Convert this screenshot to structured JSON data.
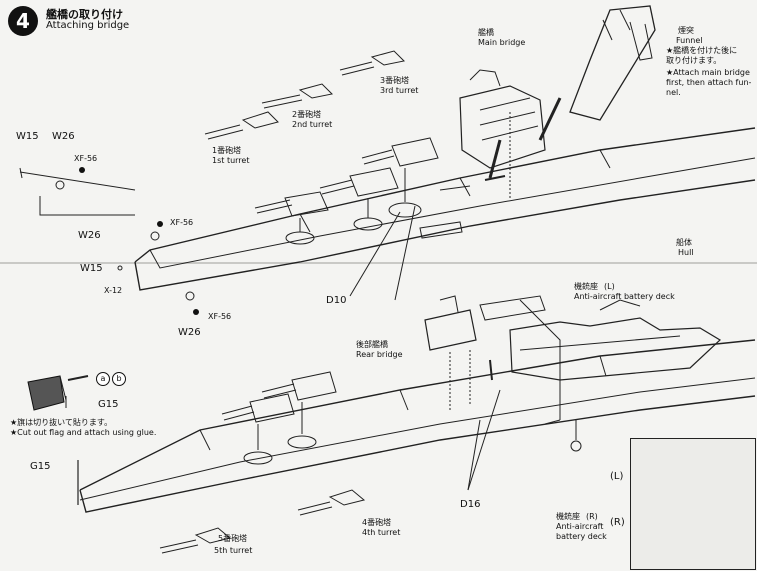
{
  "step": {
    "number": "4",
    "title_jp": "艦橋の取り付け",
    "title_en": "Attaching bridge"
  },
  "labels": {
    "w15_top": "W15",
    "w26_top": "W26",
    "xf56_top": "XF-56",
    "turret1_jp": "1番砲塔",
    "turret1_en": "1st turret",
    "turret2_jp": "2番砲塔",
    "turret2_en": "2nd turret",
    "turret3_jp": "3番砲塔",
    "turret3_en": "3rd turret",
    "main_bridge_jp": "艦橋",
    "main_bridge_en": "Main bridge",
    "funnel_jp": "煙突",
    "funnel_en": "Funnel",
    "funnel_note_jp1": "★艦橋を付けた後に",
    "funnel_note_jp2": "取り付けます。",
    "funnel_note_en1": "★Attach main bridge",
    "funnel_note_en2": "first, then attach fun-",
    "funnel_note_en3": "nel.",
    "xf56_mid": "XF-56",
    "w26_mid": "W26",
    "w15_mid": "W15",
    "x12": "X-12",
    "xf56_low": "XF-56",
    "w26_low": "W26",
    "hull_jp": "船体",
    "hull_en": "Hull",
    "d10": "D10",
    "aa_deck_jp": "機銃座",
    "aa_deck_l": "(L)",
    "aa_deck_en": "Anti-aircraft battery deck",
    "rear_bridge_jp": "後部艦橋",
    "rear_bridge_en": "Rear bridge",
    "flag_a": "a",
    "flag_b": "b",
    "g15_flag": "G15",
    "flag_note_jp": "★旗は切り抜いて貼ります。",
    "flag_note_en": "★Cut out flag and attach using glue.",
    "g15_mast": "G15",
    "d16": "D16",
    "turret4_jp": "4番砲塔",
    "turret4_en": "4th turret",
    "turret5_jp": "5番砲塔",
    "turret5_en": "5th turret",
    "inset_l": "(L)",
    "inset_r": "(R)",
    "aa_deck_r_jp": "機銃座",
    "aa_deck_r_letter": "(R)",
    "aa_deck_r_en1": "Anti-aircraft",
    "aa_deck_r_en2": "battery deck"
  }
}
